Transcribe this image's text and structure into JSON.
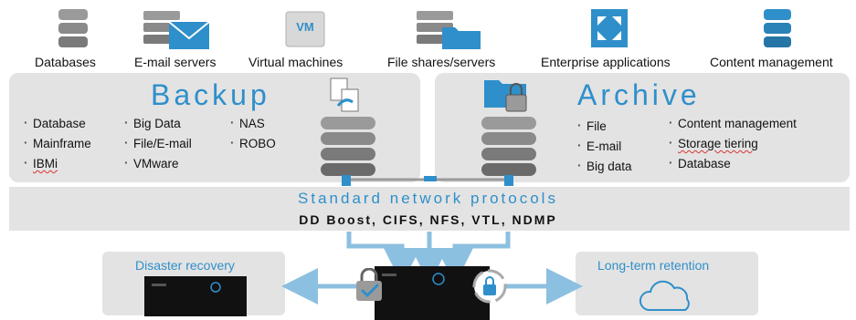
{
  "sources": [
    {
      "label": "Databases",
      "icon": "database-stack-icon"
    },
    {
      "label": "E-mail servers",
      "icon": "email-server-icon"
    },
    {
      "label": "Virtual machines",
      "icon": "vm-icon"
    },
    {
      "label": "File shares/servers",
      "icon": "file-share-server-icon"
    },
    {
      "label": "Enterprise applications",
      "icon": "enterprise-apps-icon"
    },
    {
      "label": "Content management",
      "icon": "content-database-icon"
    }
  ],
  "vm_icon_text": "VM",
  "backup": {
    "title": "Backup",
    "items": [
      "Database",
      "Mainframe",
      "IBMi",
      "Big Data",
      "File/E-mail",
      "VMware",
      "NAS",
      "ROBO"
    ]
  },
  "archive": {
    "title": "Archive",
    "items": [
      "File",
      "E-mail",
      "Big data",
      "Content management",
      "Storage tiering",
      "Database"
    ]
  },
  "protocols": {
    "title": "Standard network protocols",
    "list": "DD Boost, CIFS, NFS, VTL, NDMP"
  },
  "disaster_recovery": {
    "label": "Disaster recovery"
  },
  "long_term_retention": {
    "label": "Long-term retention"
  },
  "colors": {
    "accent": "#2f8fca",
    "panel": "#e3e3e3",
    "arrow": "#8cc0e0",
    "device": "#111111"
  }
}
